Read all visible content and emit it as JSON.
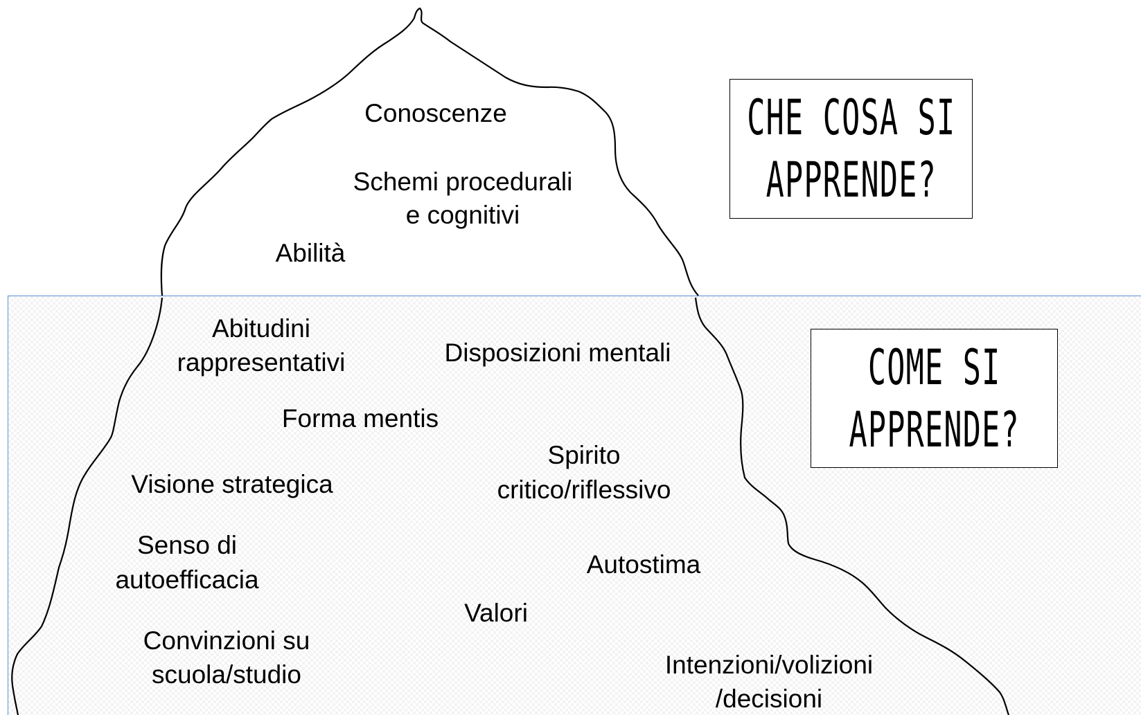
{
  "above": {
    "conoscenze": "Conoscenze",
    "schemi_1": "Schemi procedurali",
    "schemi_2": "e cognitivi",
    "abilita": "Abilità"
  },
  "below": {
    "abitudini_1": "Abitudini",
    "abitudini_2": "rappresentativi",
    "disposizioni": "Disposizioni  mentali",
    "forma": "Forma mentis",
    "spirito_1": "Spirito",
    "spirito_2": "critico/riflessivo",
    "visione": "Visione strategica",
    "senso_1": "Senso di",
    "senso_2": "autoefficacia",
    "autostima": "Autostima",
    "valori": "Valori",
    "convinzioni_1": "Convinzioni  su",
    "convinzioni_2": "scuola/studio",
    "intenzioni_1": "Intenzioni/volizioni",
    "intenzioni_2": "/decisioni"
  },
  "boxes": {
    "che_cosa_1": "CHE COSA SI",
    "che_cosa_2": "APPRENDE?",
    "come_1": "COME SI",
    "come_2": "APPRENDE?"
  }
}
